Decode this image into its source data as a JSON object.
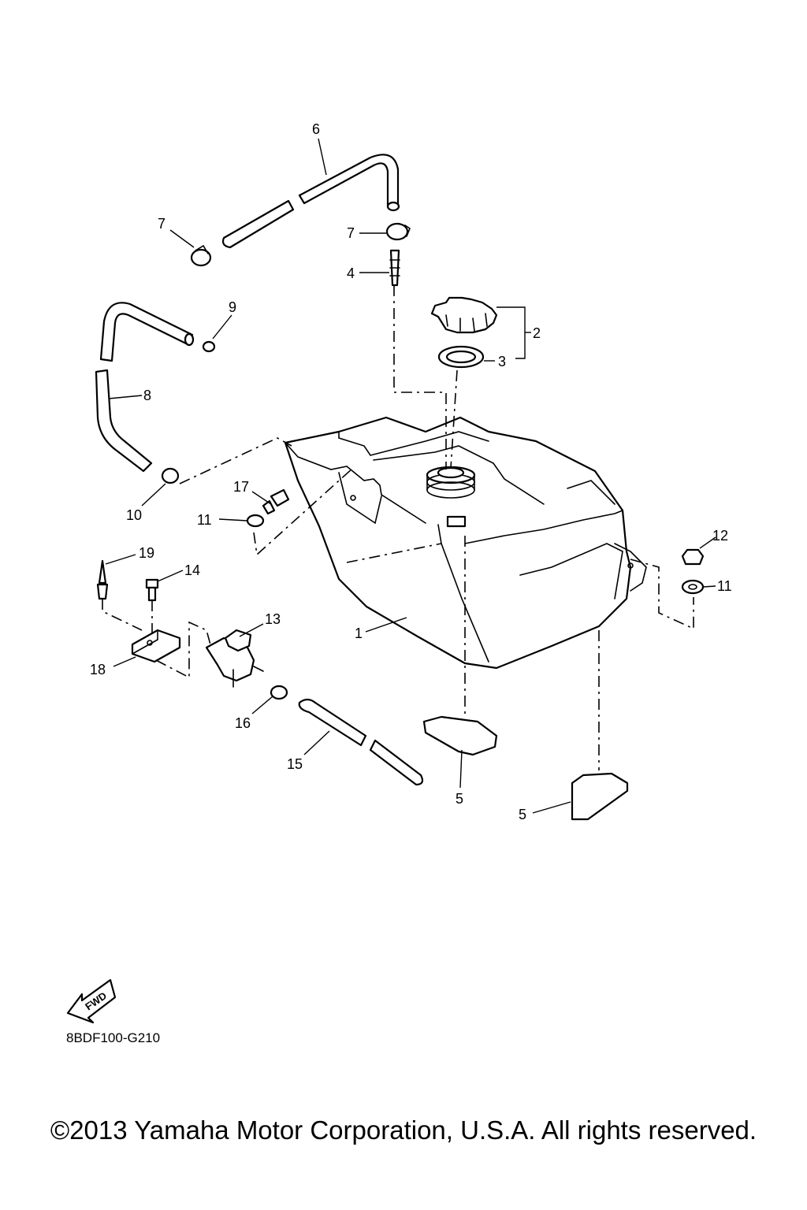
{
  "callouts": {
    "c1": "1",
    "c2": "2",
    "c3": "3",
    "c4": "4",
    "c5a": "5",
    "c5b": "5",
    "c6": "6",
    "c7a": "7",
    "c7b": "7",
    "c8": "8",
    "c9": "9",
    "c10": "10",
    "c11a": "11",
    "c11b": "11",
    "c12": "12",
    "c13": "13",
    "c14": "14",
    "c15": "15",
    "c16": "16",
    "c17": "17",
    "c18": "18",
    "c19": "19"
  },
  "fwd_label": "FWD",
  "diagram_code": "8BDF100-G210",
  "copyright": "©2013 Yamaha Motor Corporation, U.S.A. All rights reserved."
}
